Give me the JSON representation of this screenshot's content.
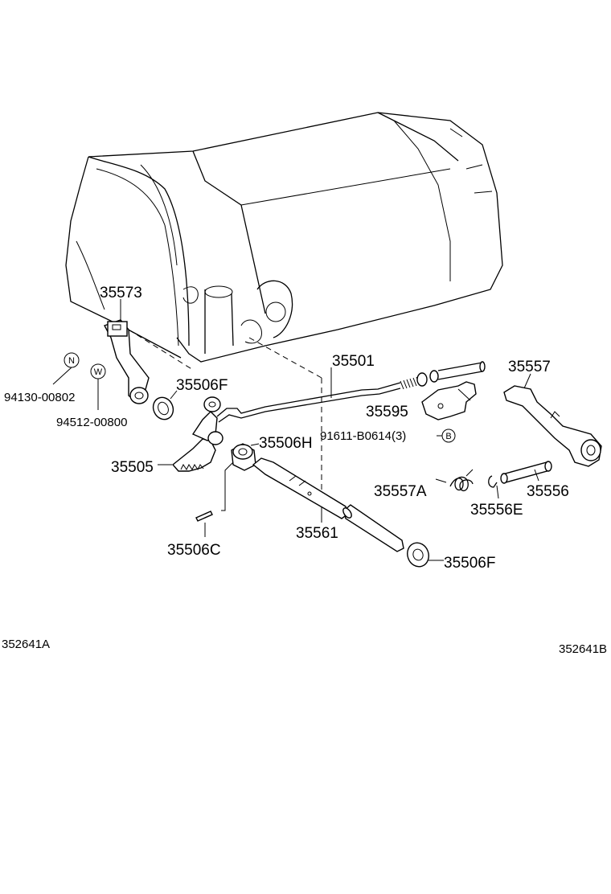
{
  "labels": {
    "p35573": "35573",
    "p35501": "35501",
    "p35557": "35557",
    "p94130": "94130-00802",
    "p94512": "94512-00800",
    "p35506f_top": "35506F",
    "p35595": "35595",
    "p91611": "91611-B0614(3)",
    "p35505": "35505",
    "p35506h": "35506H",
    "p35557a": "35557A",
    "p35556": "35556",
    "p35556e": "35556E",
    "p35561": "35561",
    "p35506c": "35506C",
    "p35506f_bottom": "35506F"
  },
  "symbols": {
    "n": "N",
    "w": "W",
    "b": "B"
  },
  "refs": {
    "left": "352641A",
    "right": "352641B"
  }
}
